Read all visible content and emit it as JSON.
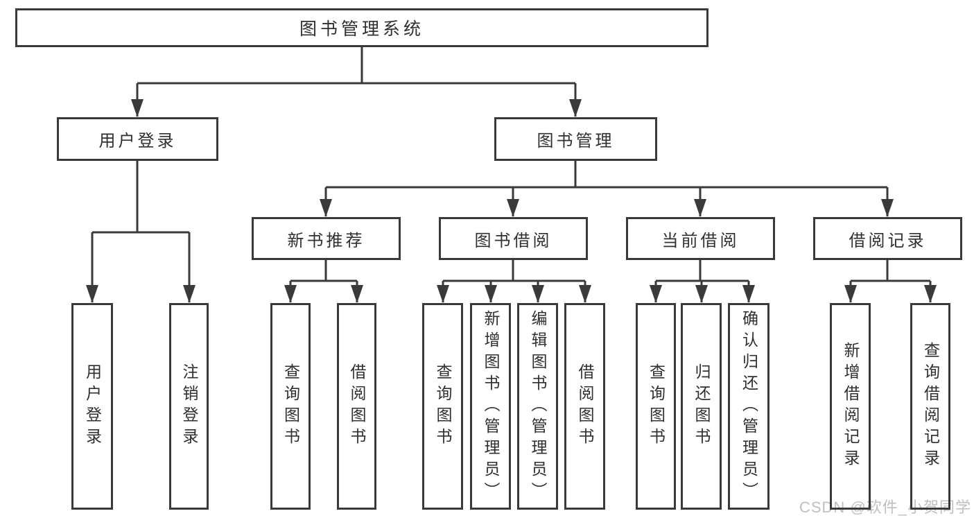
{
  "diagram": {
    "type": "hierarchy",
    "root": {
      "label": "图书管理系统"
    },
    "level2": [
      {
        "label": "用户登录",
        "parent": "图书管理系统"
      },
      {
        "label": "图书管理",
        "parent": "图书管理系统"
      }
    ],
    "level3": [
      {
        "label": "新书推荐",
        "parent": "图书管理"
      },
      {
        "label": "图书借阅",
        "parent": "图书管理"
      },
      {
        "label": "当前借阅",
        "parent": "图书管理"
      },
      {
        "label": "借阅记录",
        "parent": "图书管理"
      }
    ],
    "leaves": [
      {
        "label": "用户登录",
        "parent": "用户登录"
      },
      {
        "label": "注销登录",
        "parent": "用户登录"
      },
      {
        "label": "查询图书",
        "parent": "新书推荐"
      },
      {
        "label": "借阅图书",
        "parent": "新书推荐"
      },
      {
        "label": "查询图书",
        "parent": "图书借阅"
      },
      {
        "label": "新增图书（管理员）",
        "parent": "图书借阅"
      },
      {
        "label": "编辑图书（管理员）",
        "parent": "图书借阅"
      },
      {
        "label": "借阅图书",
        "parent": "图书借阅"
      },
      {
        "label": "查询图书",
        "parent": "当前借阅"
      },
      {
        "label": "归还图书",
        "parent": "当前借阅"
      },
      {
        "label": "确认归还（管理员）",
        "parent": "当前借阅"
      },
      {
        "label": "新增借阅记录",
        "parent": "借阅记录"
      },
      {
        "label": "查询借阅记录",
        "parent": "借阅记录"
      }
    ]
  },
  "watermark": "CSDN @软件_小贺同学",
  "colors": {
    "line": "#3a3a3a",
    "text": "#2f2f2f",
    "watermark": "#bfbfbf",
    "background": "#ffffff"
  }
}
